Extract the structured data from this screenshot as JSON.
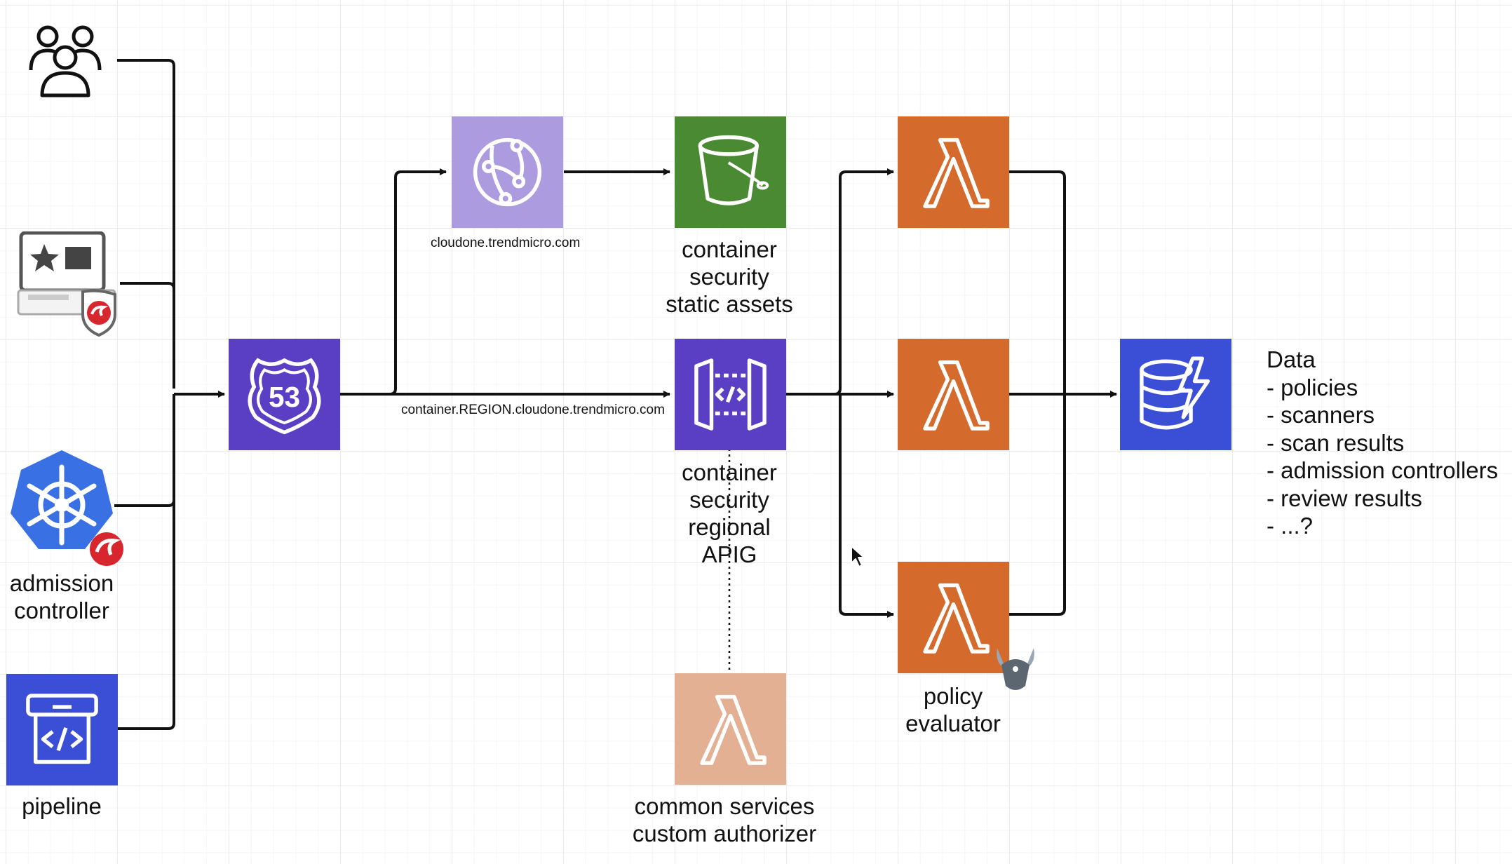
{
  "colors": {
    "purple": "#5a3fc4",
    "cloudfront_lavender": "#ad9be0",
    "s3_green": "#4a8a33",
    "lambda_orange": "#d46a2c",
    "lambda_light": "#e3b093",
    "dynamodb_blue": "#3b4fd6",
    "kubernetes_blue": "#3970e4",
    "trend_red": "#d7262e",
    "line": "#111111"
  },
  "nodes": {
    "users": {
      "icon": "users-icon"
    },
    "console": {
      "icon": "console-shield-icon"
    },
    "admission_controller": {
      "icon": "kubernetes-icon",
      "label": "admission\ncontroller"
    },
    "pipeline": {
      "icon": "code-pipeline-icon",
      "label": "pipeline"
    },
    "route53": {
      "icon": "route53-icon"
    },
    "cloudfront": {
      "icon": "cloudfront-icon",
      "label": "cloudone.trendmicro.com"
    },
    "s3": {
      "icon": "s3-bucket-icon",
      "label": "container\nsecurity\nstatic assets"
    },
    "apig": {
      "icon": "api-gateway-icon",
      "label": "container\nsecurity\nregional\nAPIG"
    },
    "authorizer": {
      "icon": "lambda-icon",
      "label": "common services\ncustom authorizer"
    },
    "lambda_top": {
      "icon": "lambda-icon"
    },
    "lambda_mid": {
      "icon": "lambda-icon"
    },
    "policy_evaluator": {
      "icon": "lambda-icon",
      "label": "policy\nevaluator"
    },
    "dynamodb": {
      "icon": "dynamodb-icon"
    }
  },
  "edge_labels": {
    "route53_to_apig": "container.REGION.cloudone.trendmicro.com"
  },
  "data_store": {
    "title": "Data",
    "items": [
      "- policies",
      "- scanners",
      "- scan results",
      "- admission controllers",
      "- review results",
      "- ...?"
    ]
  }
}
